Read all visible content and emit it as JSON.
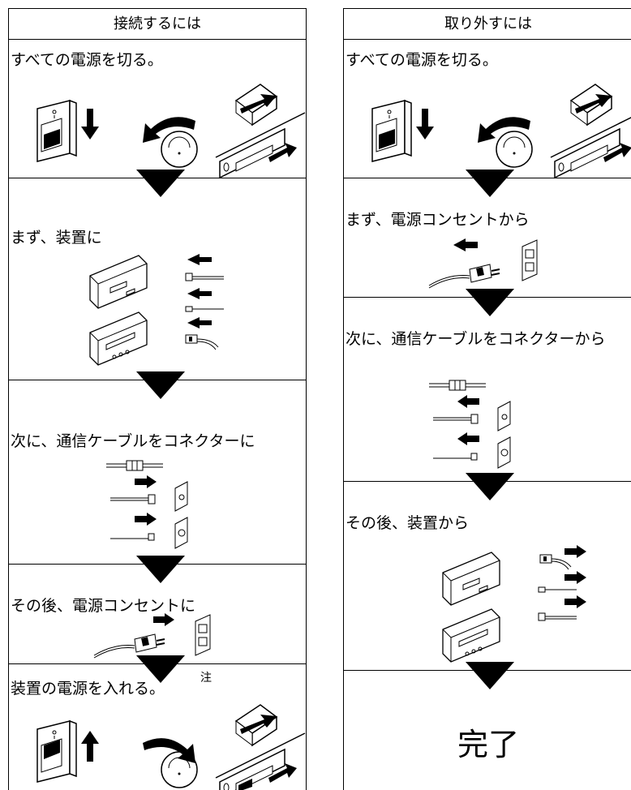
{
  "connect": {
    "title": "接続するには",
    "steps": [
      "すべての電源を切る。",
      "まず、装置に",
      "次に、通信ケーブルをコネクターに",
      "その後、電源コンセントに",
      "装置の電源を入れる。"
    ],
    "note": "注"
  },
  "disconnect": {
    "title": "取り外すには",
    "steps": [
      "すべての電源を切る。",
      "まず、電源コンセントから",
      "次に、通信ケーブルをコネクターから",
      "その後、装置から"
    ],
    "done": "完了"
  }
}
